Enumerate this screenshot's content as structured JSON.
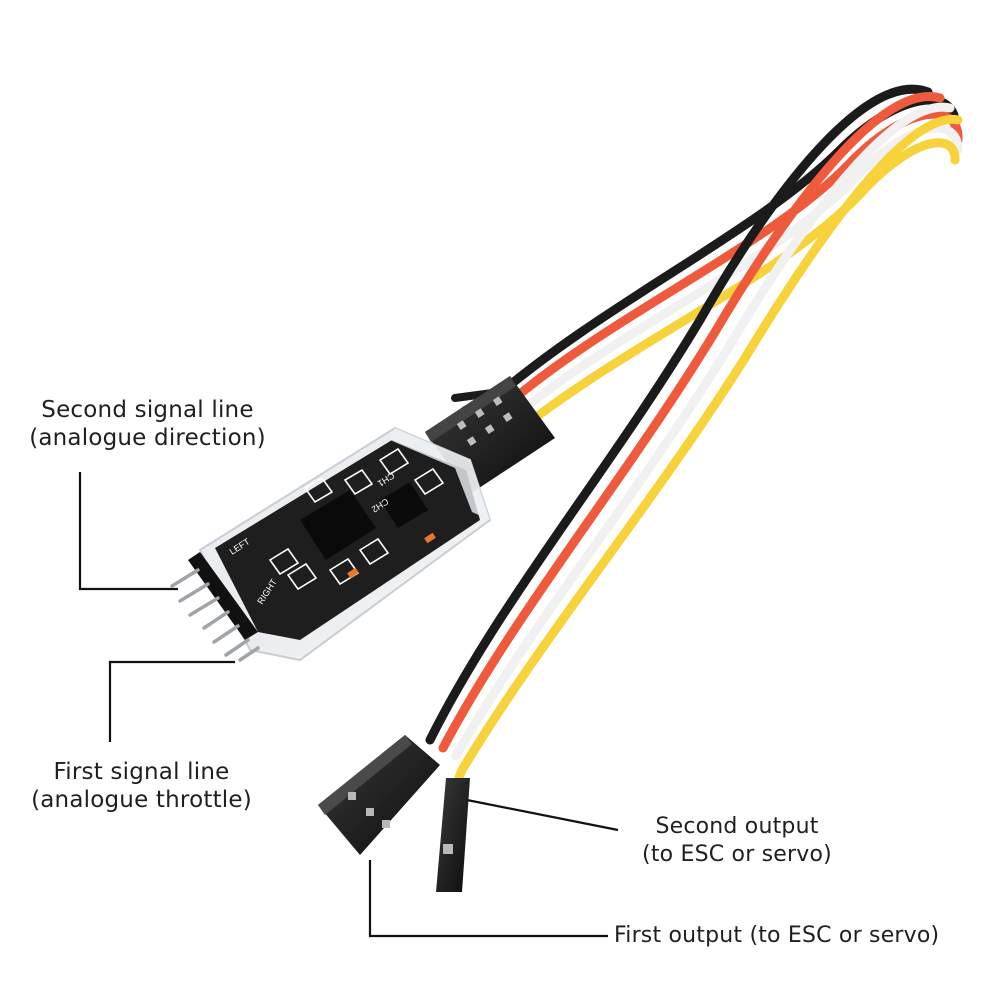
{
  "callouts": {
    "second_signal": {
      "line1": "Second signal line",
      "line2": "(analogue direction)"
    },
    "first_signal": {
      "line1": "First signal line",
      "line2": "(analogue throttle)"
    },
    "second_output": {
      "line1": "Second output",
      "line2": "(to ESC or servo)"
    },
    "first_output": {
      "text": "First output (to ESC or servo)"
    }
  },
  "board_silkscreen": {
    "left_mark": "LEFT",
    "right_mark": "RIGHT",
    "ch1_mark": "CH1",
    "ch2_mark": "CH2"
  },
  "colors": {
    "wire_black": "#1b1b1b",
    "wire_red": "#ef5a3c",
    "wire_white": "#f4f4f4",
    "wire_yellow": "#f8d23a",
    "board": "#1e1e1e",
    "leader_line": "#111111"
  }
}
